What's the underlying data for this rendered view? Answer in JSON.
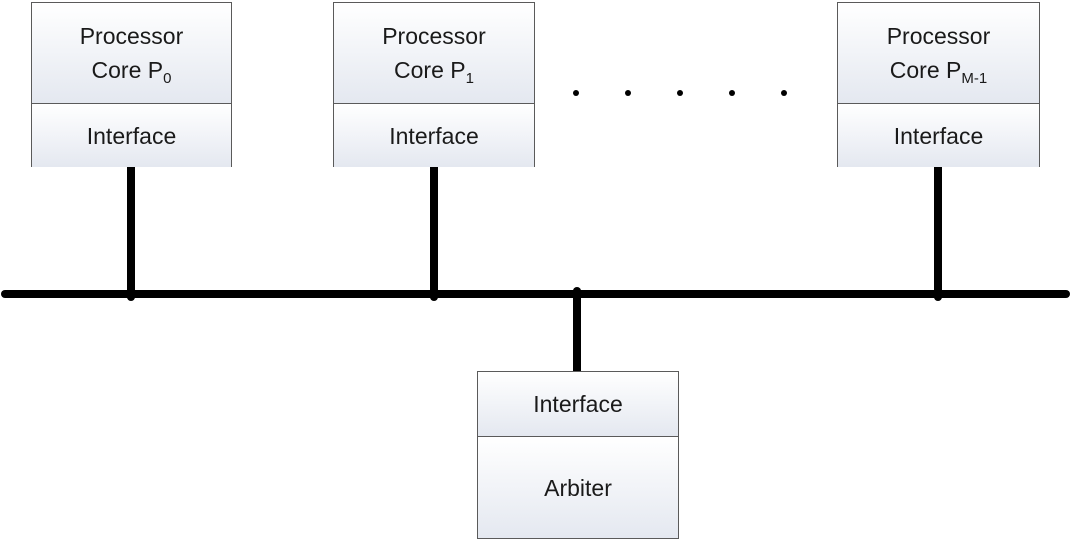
{
  "processors": [
    {
      "line1": "Processor",
      "line2": "Core P",
      "sub": "0",
      "interface": "Interface"
    },
    {
      "line1": "Processor",
      "line2": "Core P",
      "sub": "1",
      "interface": "Interface"
    },
    {
      "line1": "Processor",
      "line2": "Core P",
      "sub": "M-1",
      "interface": "Interface"
    }
  ],
  "arbiter": {
    "interface": "Interface",
    "label": "Arbiter"
  },
  "colors": {
    "line": "#000000",
    "box_border": "#5a5a5a",
    "box_fill_top": "#ffffff",
    "box_fill_bottom": "#e4e8f0"
  }
}
